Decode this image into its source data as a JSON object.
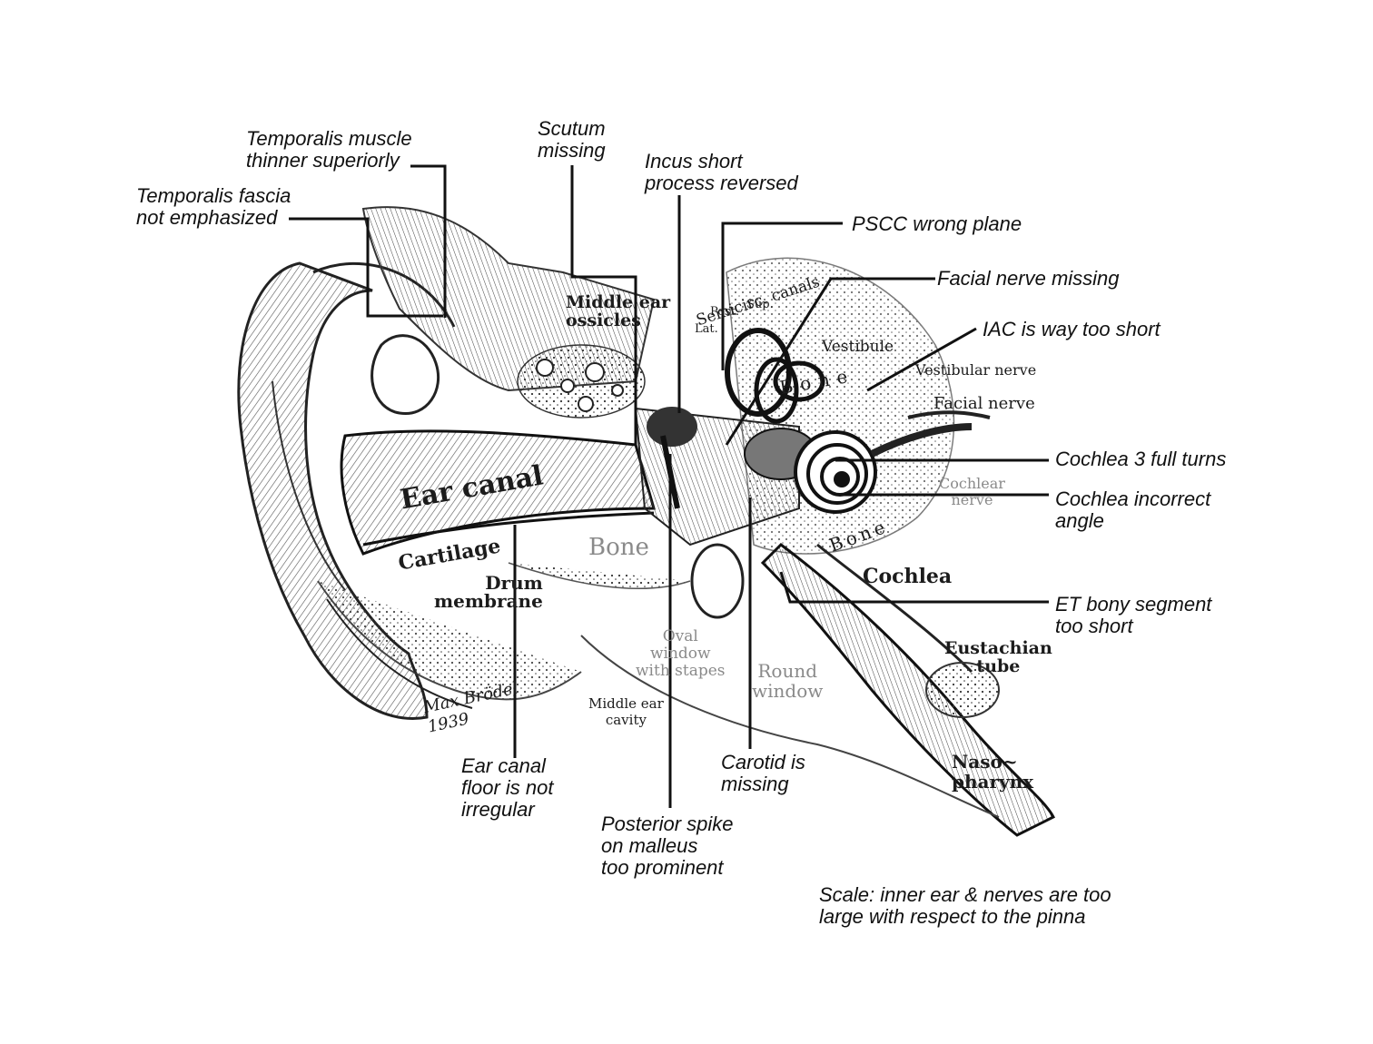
{
  "annotations": {
    "temporalis_muscle": "Temporalis muscle\nthinner superiorly",
    "temporalis_fascia": "Temporalis fascia\nnot emphasized",
    "scutum": "Scutum\nmissing",
    "incus": "Incus short\nprocess reversed",
    "pscc": "PSCC wrong plane",
    "facial_nerve": "Facial nerve missing",
    "iac": "IAC is way too short",
    "cochlea_turns": "Cochlea 3 full turns",
    "cochlea_angle": "Cochlea incorrect\nangle",
    "et_bony": "ET bony segment\ntoo short",
    "ear_canal_floor": "Ear canal\nfloor is not\nirregular",
    "posterior_spike": "Posterior spike\non malleus\ntoo prominent",
    "carotid": "Carotid is\nmissing",
    "scale_note": "Scale: inner ear & nerves are too\nlarge with respect to the pinna"
  },
  "labels": {
    "ear_canal": "Ear canal",
    "cartilage": "Cartilage",
    "bone_lower": "Bone",
    "drum_membrane": "Drum\nmembrane",
    "middle_ear_ossicles": "Middle ear\nossicles",
    "semicirc_canals": "Semicirc. canals",
    "post": "Post.",
    "sup": "Sup.",
    "lat": "Lat.",
    "vestibule": "Vestibule",
    "bone_upper": "Bone",
    "vestibular_nerve": "Vestibular nerve",
    "facial_nerve": "Facial nerve",
    "cochlear_nerve": "Cochlear\nnerve",
    "bone_right": "Bone",
    "cochlea": "Cochlea",
    "oval_window": "Oval\nwindow\nwith stapes",
    "round_window": "Round\nwindow",
    "middle_ear_cavity": "Middle ear\ncavity",
    "eustachian_tube": "Eustachian\ntube",
    "nasopharynx": "Naso~\npharynx",
    "signature": "Max Brödel\n1939"
  }
}
